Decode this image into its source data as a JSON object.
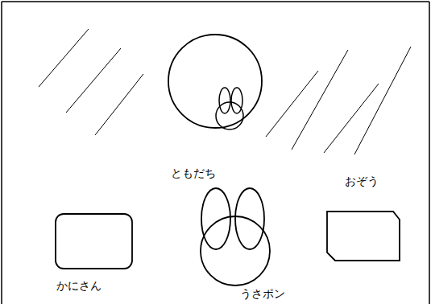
{
  "diagram": {
    "nodes": [
      {
        "text": [
          "ともだち"
        ]
      },
      {
        "text": [
          "かにさん"
        ]
      },
      {
        "text": [
          "うさポン"
        ]
      },
      {
        "text": [
          "おぞう"
        ]
      }
    ]
  }
}
